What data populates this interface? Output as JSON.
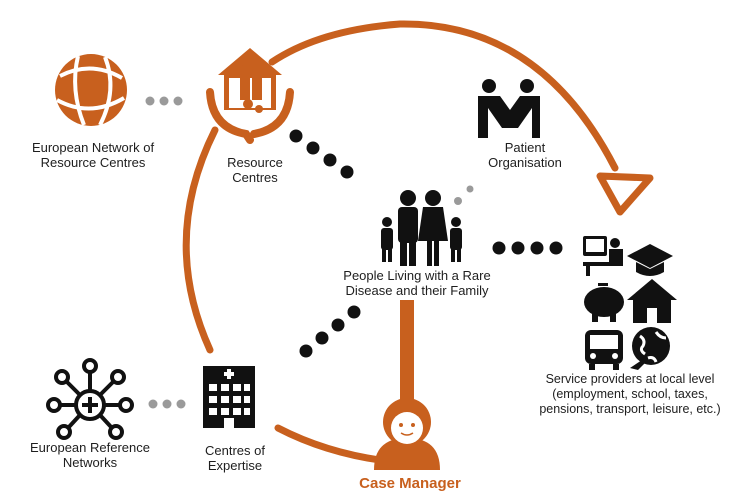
{
  "colors": {
    "accent": "#c8601e",
    "icon": "#111111",
    "dots_gray": "#9a9a9a",
    "text": "#1e1e1e"
  },
  "nodes": {
    "european_network": {
      "label": "European Network of\nResource Centres",
      "icon": "globe-network-icon"
    },
    "resource_centres": {
      "label": "Resource\nCentres",
      "icon": "hands-house-family-icon"
    },
    "patient_organisation": {
      "label": "Patient\nOrganisation",
      "icon": "handshake-people-icon"
    },
    "people_living": {
      "label": "People Living with a Rare\nDisease and their Family",
      "icon": "family-icon"
    },
    "service_providers": {
      "label": "Service providers at local level\n(employment, school, taxes,\npensions, transport, leisure, etc.)",
      "icons": [
        "computer-worker-icon",
        "graduation-cap-icon",
        "piggy-bank-icon",
        "house-icon",
        "bus-icon",
        "globe-plane-icon"
      ]
    },
    "centres_of_expertise": {
      "label": "Centres of\nExpertise",
      "icon": "hospital-building-icon"
    },
    "european_reference": {
      "label": "European Reference\nNetworks",
      "icon": "medical-network-icon"
    },
    "case_manager": {
      "label": "Case Manager",
      "icon": "case-manager-avatar-icon"
    }
  }
}
